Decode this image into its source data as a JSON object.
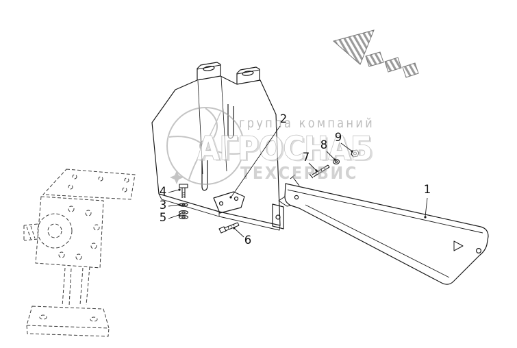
{
  "diagram": {
    "type": "exploded-parts-diagram",
    "colors": {
      "background": "#ffffff",
      "line": "#1a1a1a",
      "ghost_line": "#3a3a3a",
      "watermark": "#979797"
    },
    "icons": {
      "direction_arrow": "striped-arrow-up-left",
      "watermark_logo": "gear-swirl-emblem"
    },
    "watermark": {
      "top_line": "группа компаний",
      "main_line": "АГРОСНАБ",
      "bottom_line": "ТЕХСЕРВИС"
    },
    "callouts": [
      {
        "part": "1"
      },
      {
        "part": "2"
      },
      {
        "part": "3"
      },
      {
        "part": "4"
      },
      {
        "part": "5"
      },
      {
        "part": "6"
      },
      {
        "part": "7"
      },
      {
        "part": "8"
      },
      {
        "part": "9"
      }
    ]
  }
}
